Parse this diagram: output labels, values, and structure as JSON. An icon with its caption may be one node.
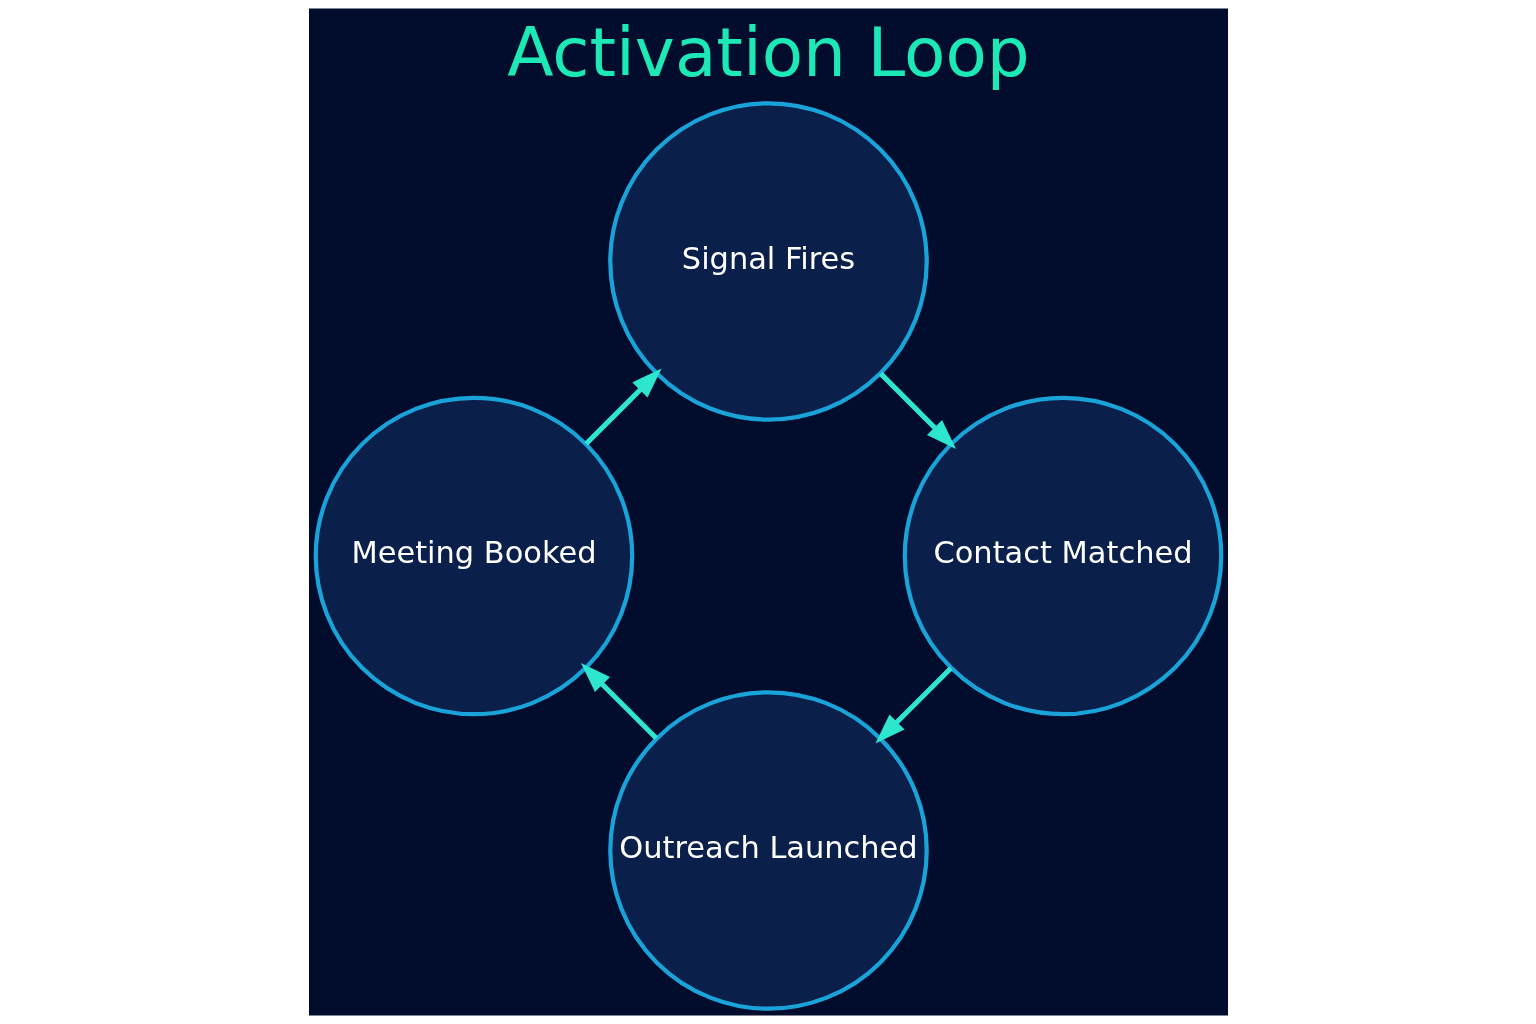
{
  "diagram": {
    "title": "Activation Loop",
    "nodes": [
      {
        "text": [
          "Signal Fires"
        ]
      },
      {
        "text": [
          "Contact Matched"
        ]
      },
      {
        "text": [
          "Outreach Launched"
        ]
      },
      {
        "text": [
          "Meeting Booked"
        ]
      }
    ],
    "edges": [
      {
        "from": 0,
        "to": 1,
        "arrow": "to"
      },
      {
        "from": 1,
        "to": 2,
        "arrow": "to"
      },
      {
        "from": 2,
        "to": 3,
        "arrow": "to"
      },
      {
        "from": 3,
        "to": 0,
        "arrow": "to"
      }
    ]
  }
}
